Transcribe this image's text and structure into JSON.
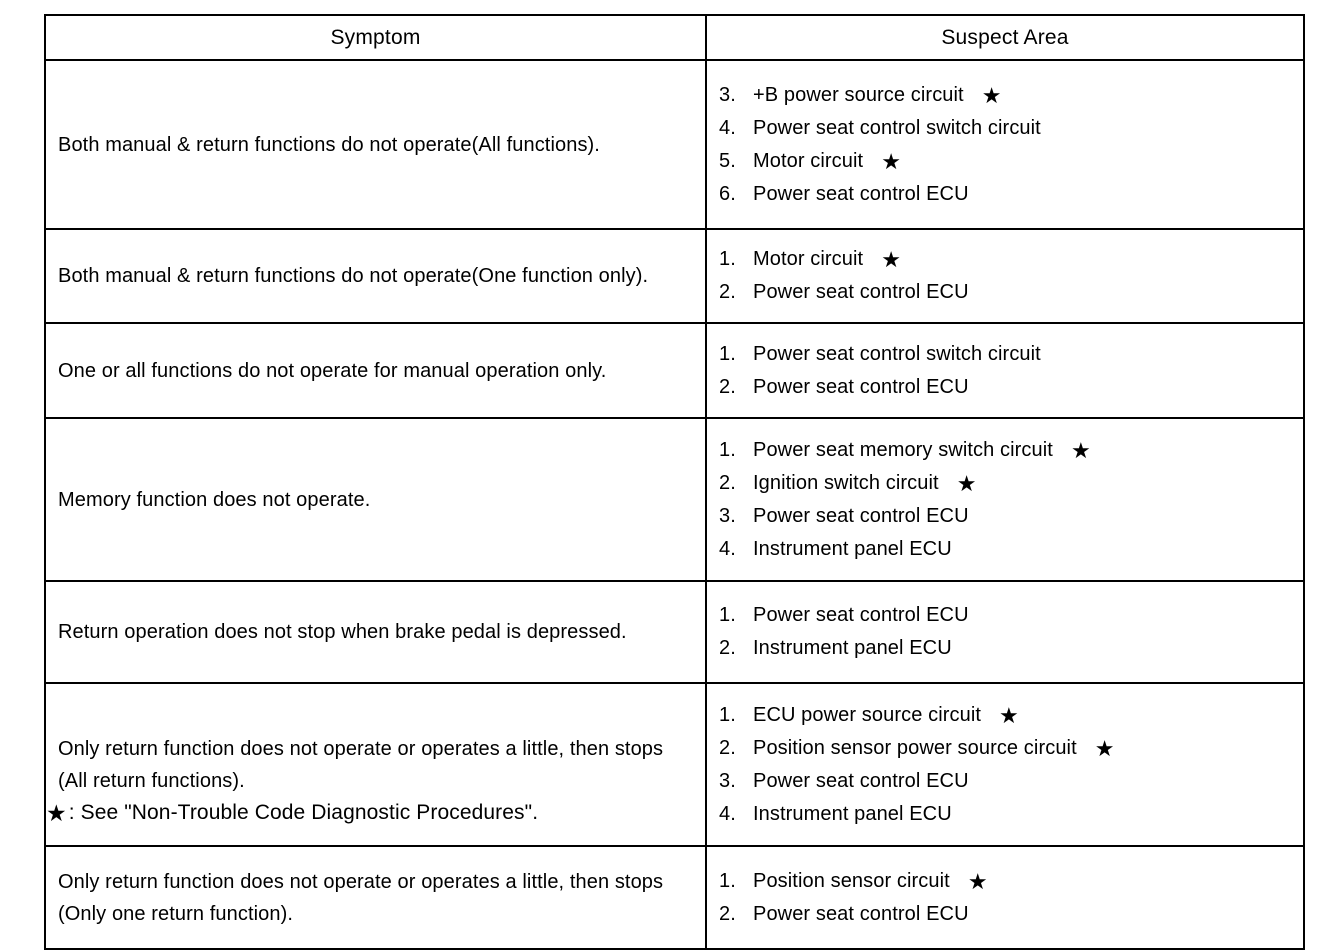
{
  "document": {
    "type": "diagnostic-trouble-table",
    "columns": [
      "Symptom",
      "Suspect Area"
    ],
    "footnote": {
      "marker": "★",
      "text": ": See \"Non-Trouble Code Diagnostic Procedures\"."
    },
    "rows": [
      {
        "symptom": "Both manual & return functions do not operate(All functions).",
        "suspect": [
          {
            "num": "3.",
            "text": "+B power source circuit",
            "star": true
          },
          {
            "num": "4.",
            "text": "Power seat control switch circuit",
            "star": false
          },
          {
            "num": "5.",
            "text": "Motor circuit",
            "star": true
          },
          {
            "num": "6.",
            "text": "Power seat control ECU",
            "star": false
          }
        ]
      },
      {
        "symptom": "Both manual & return functions do not operate(One function only).",
        "suspect": [
          {
            "num": "1.",
            "text": "Motor circuit",
            "star": true
          },
          {
            "num": "2.",
            "text": "Power seat control ECU",
            "star": false
          }
        ]
      },
      {
        "symptom": "One or all functions do not operate for manual operation only.",
        "suspect": [
          {
            "num": "1.",
            "text": "Power seat control switch circuit",
            "star": false
          },
          {
            "num": "2.",
            "text": "Power seat control ECU",
            "star": false
          }
        ]
      },
      {
        "symptom": "Memory function does not operate.",
        "suspect": [
          {
            "num": "1.",
            "text": "Power seat memory switch circuit",
            "star": true
          },
          {
            "num": "2.",
            "text": "Ignition switch circuit",
            "star": true
          },
          {
            "num": "3.",
            "text": "Power seat control ECU",
            "star": false
          },
          {
            "num": "4.",
            "text": "Instrument panel ECU",
            "star": false
          }
        ]
      },
      {
        "symptom": "Return operation does not stop when brake pedal is depressed.",
        "suspect": [
          {
            "num": "1.",
            "text": "Power seat control ECU",
            "star": false
          },
          {
            "num": "2.",
            "text": "Instrument panel ECU",
            "star": false
          }
        ]
      },
      {
        "symptom": "Only return function does not operate or operates a little, then stops (All return functions).",
        "suspect": [
          {
            "num": "1.",
            "text": "ECU power source circuit",
            "star": true
          },
          {
            "num": "2.",
            "text": "Position sensor power source circuit",
            "star": true
          },
          {
            "num": "3.",
            "text": "Power seat control ECU",
            "star": false
          },
          {
            "num": "4.",
            "text": "Instrument panel ECU",
            "star": false
          }
        ]
      },
      {
        "symptom": "Only return function does not operate or operates a little, then stops (Only one return function).",
        "suspect": [
          {
            "num": "1.",
            "text": "Position sensor circuit",
            "star": true
          },
          {
            "num": "2.",
            "text": "Power seat control ECU",
            "star": false
          }
        ]
      }
    ]
  }
}
